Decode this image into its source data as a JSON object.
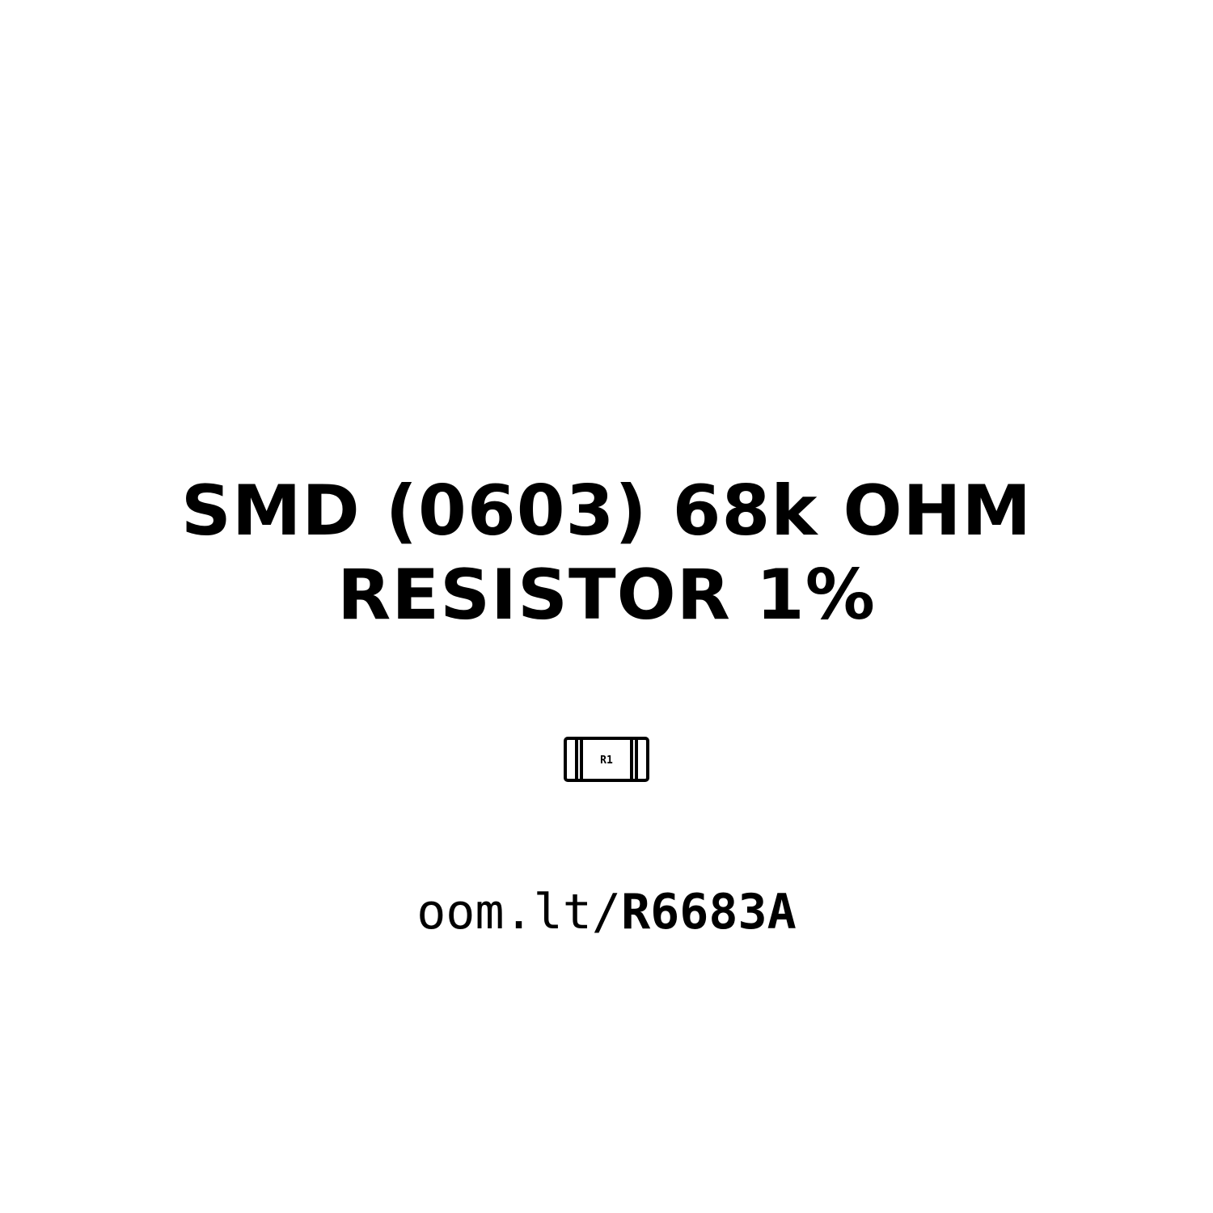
{
  "title": {
    "line1": "SMD (0603) 68k OHM",
    "line2": "RESISTOR 1%"
  },
  "icon": {
    "name": "smd-resistor-icon",
    "label": "R1"
  },
  "link": {
    "prefix": "oom.lt/",
    "code": "R6683A"
  },
  "colors": {
    "background": "#ffffff",
    "text": "#000000"
  }
}
